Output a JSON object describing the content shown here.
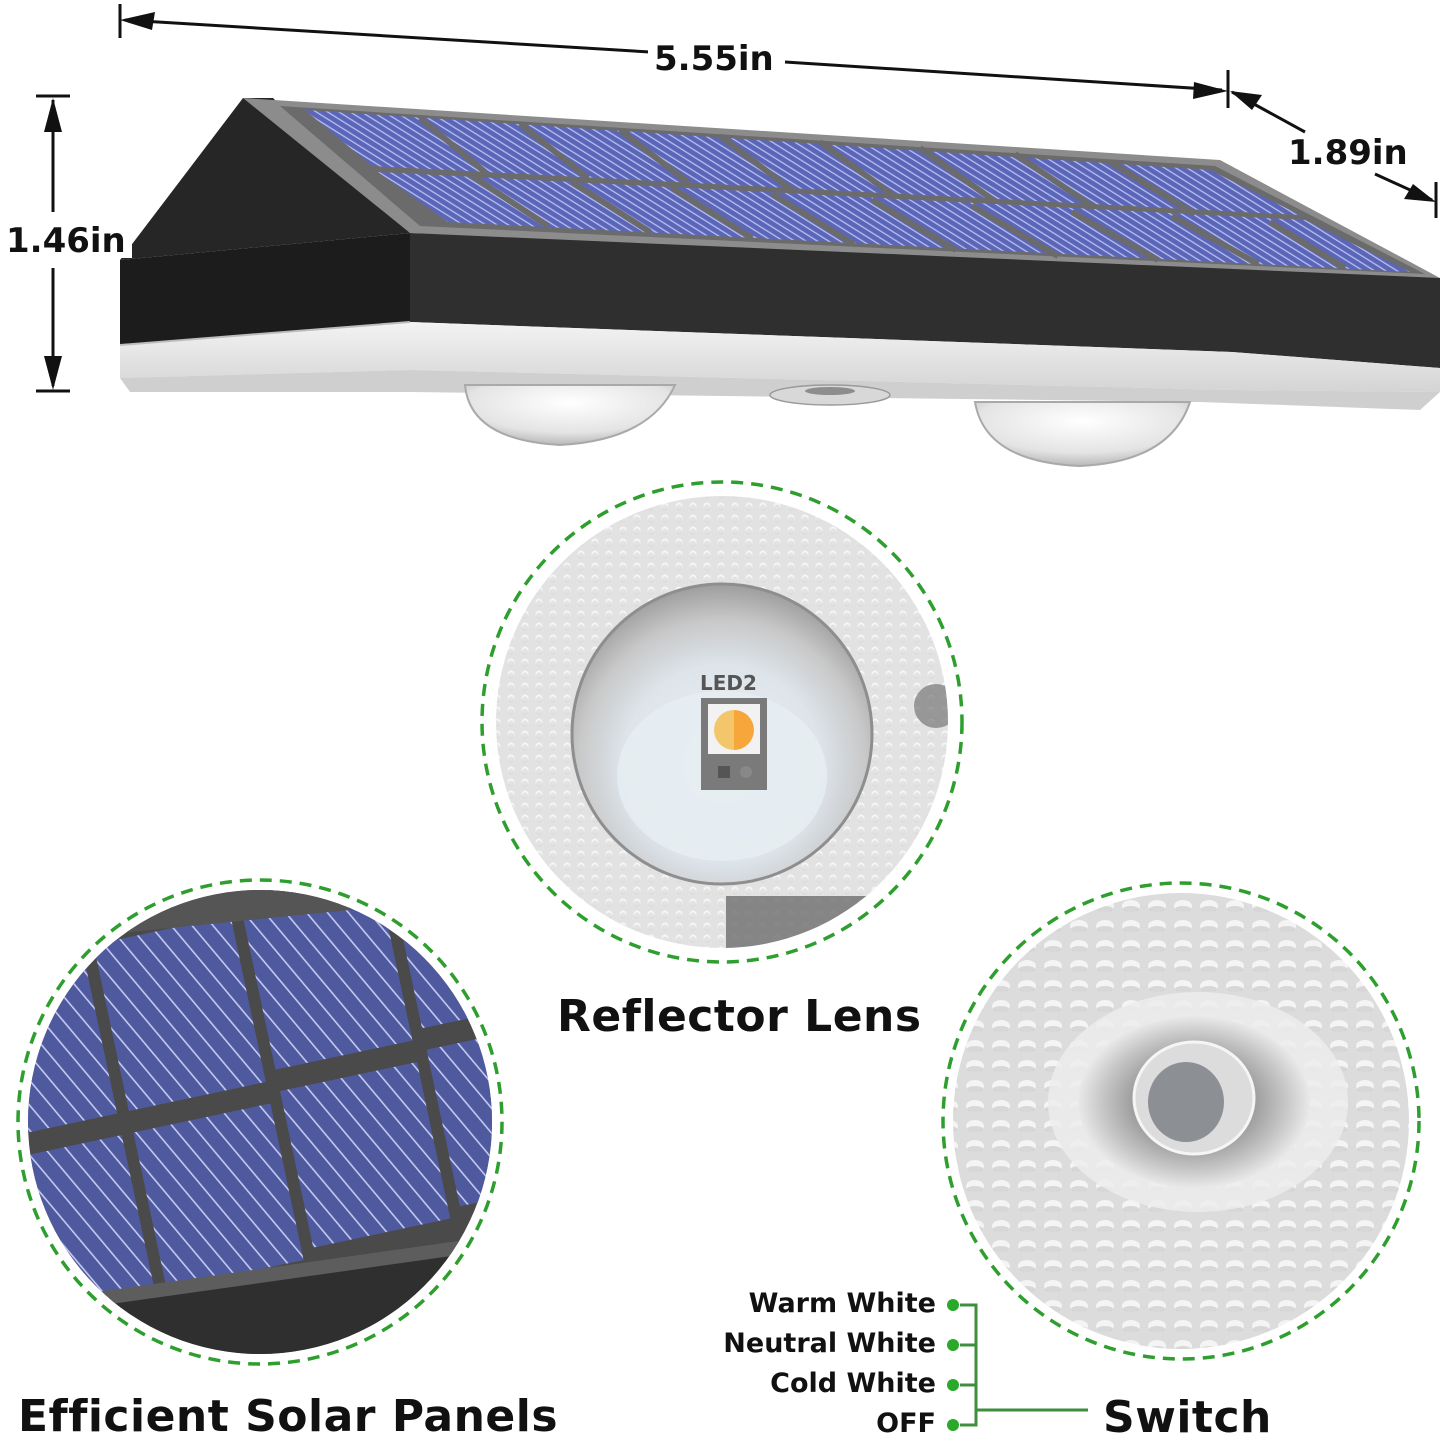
{
  "product": {
    "description": "Solar wall light with dual LED lenses and top solar panel",
    "colors": {
      "accent_green": "#2e9e2e",
      "housing_dark": "#2b2b2b",
      "panel_blue": "#5560a8",
      "panel_frame": "#8a8a8a"
    }
  },
  "dimensions": {
    "width": "5.55in",
    "depth": "1.89in",
    "height": "1.46in"
  },
  "features": [
    {
      "id": "reflector",
      "label": "Reflector Lens",
      "chip_marking": "LED2"
    },
    {
      "id": "solar",
      "label": "Efficient Solar Panels"
    },
    {
      "id": "switch",
      "label": "Switch"
    }
  ],
  "switch_modes": [
    {
      "label": "Warm White"
    },
    {
      "label": "Neutral White"
    },
    {
      "label": "Cold White"
    },
    {
      "label": "OFF"
    }
  ]
}
